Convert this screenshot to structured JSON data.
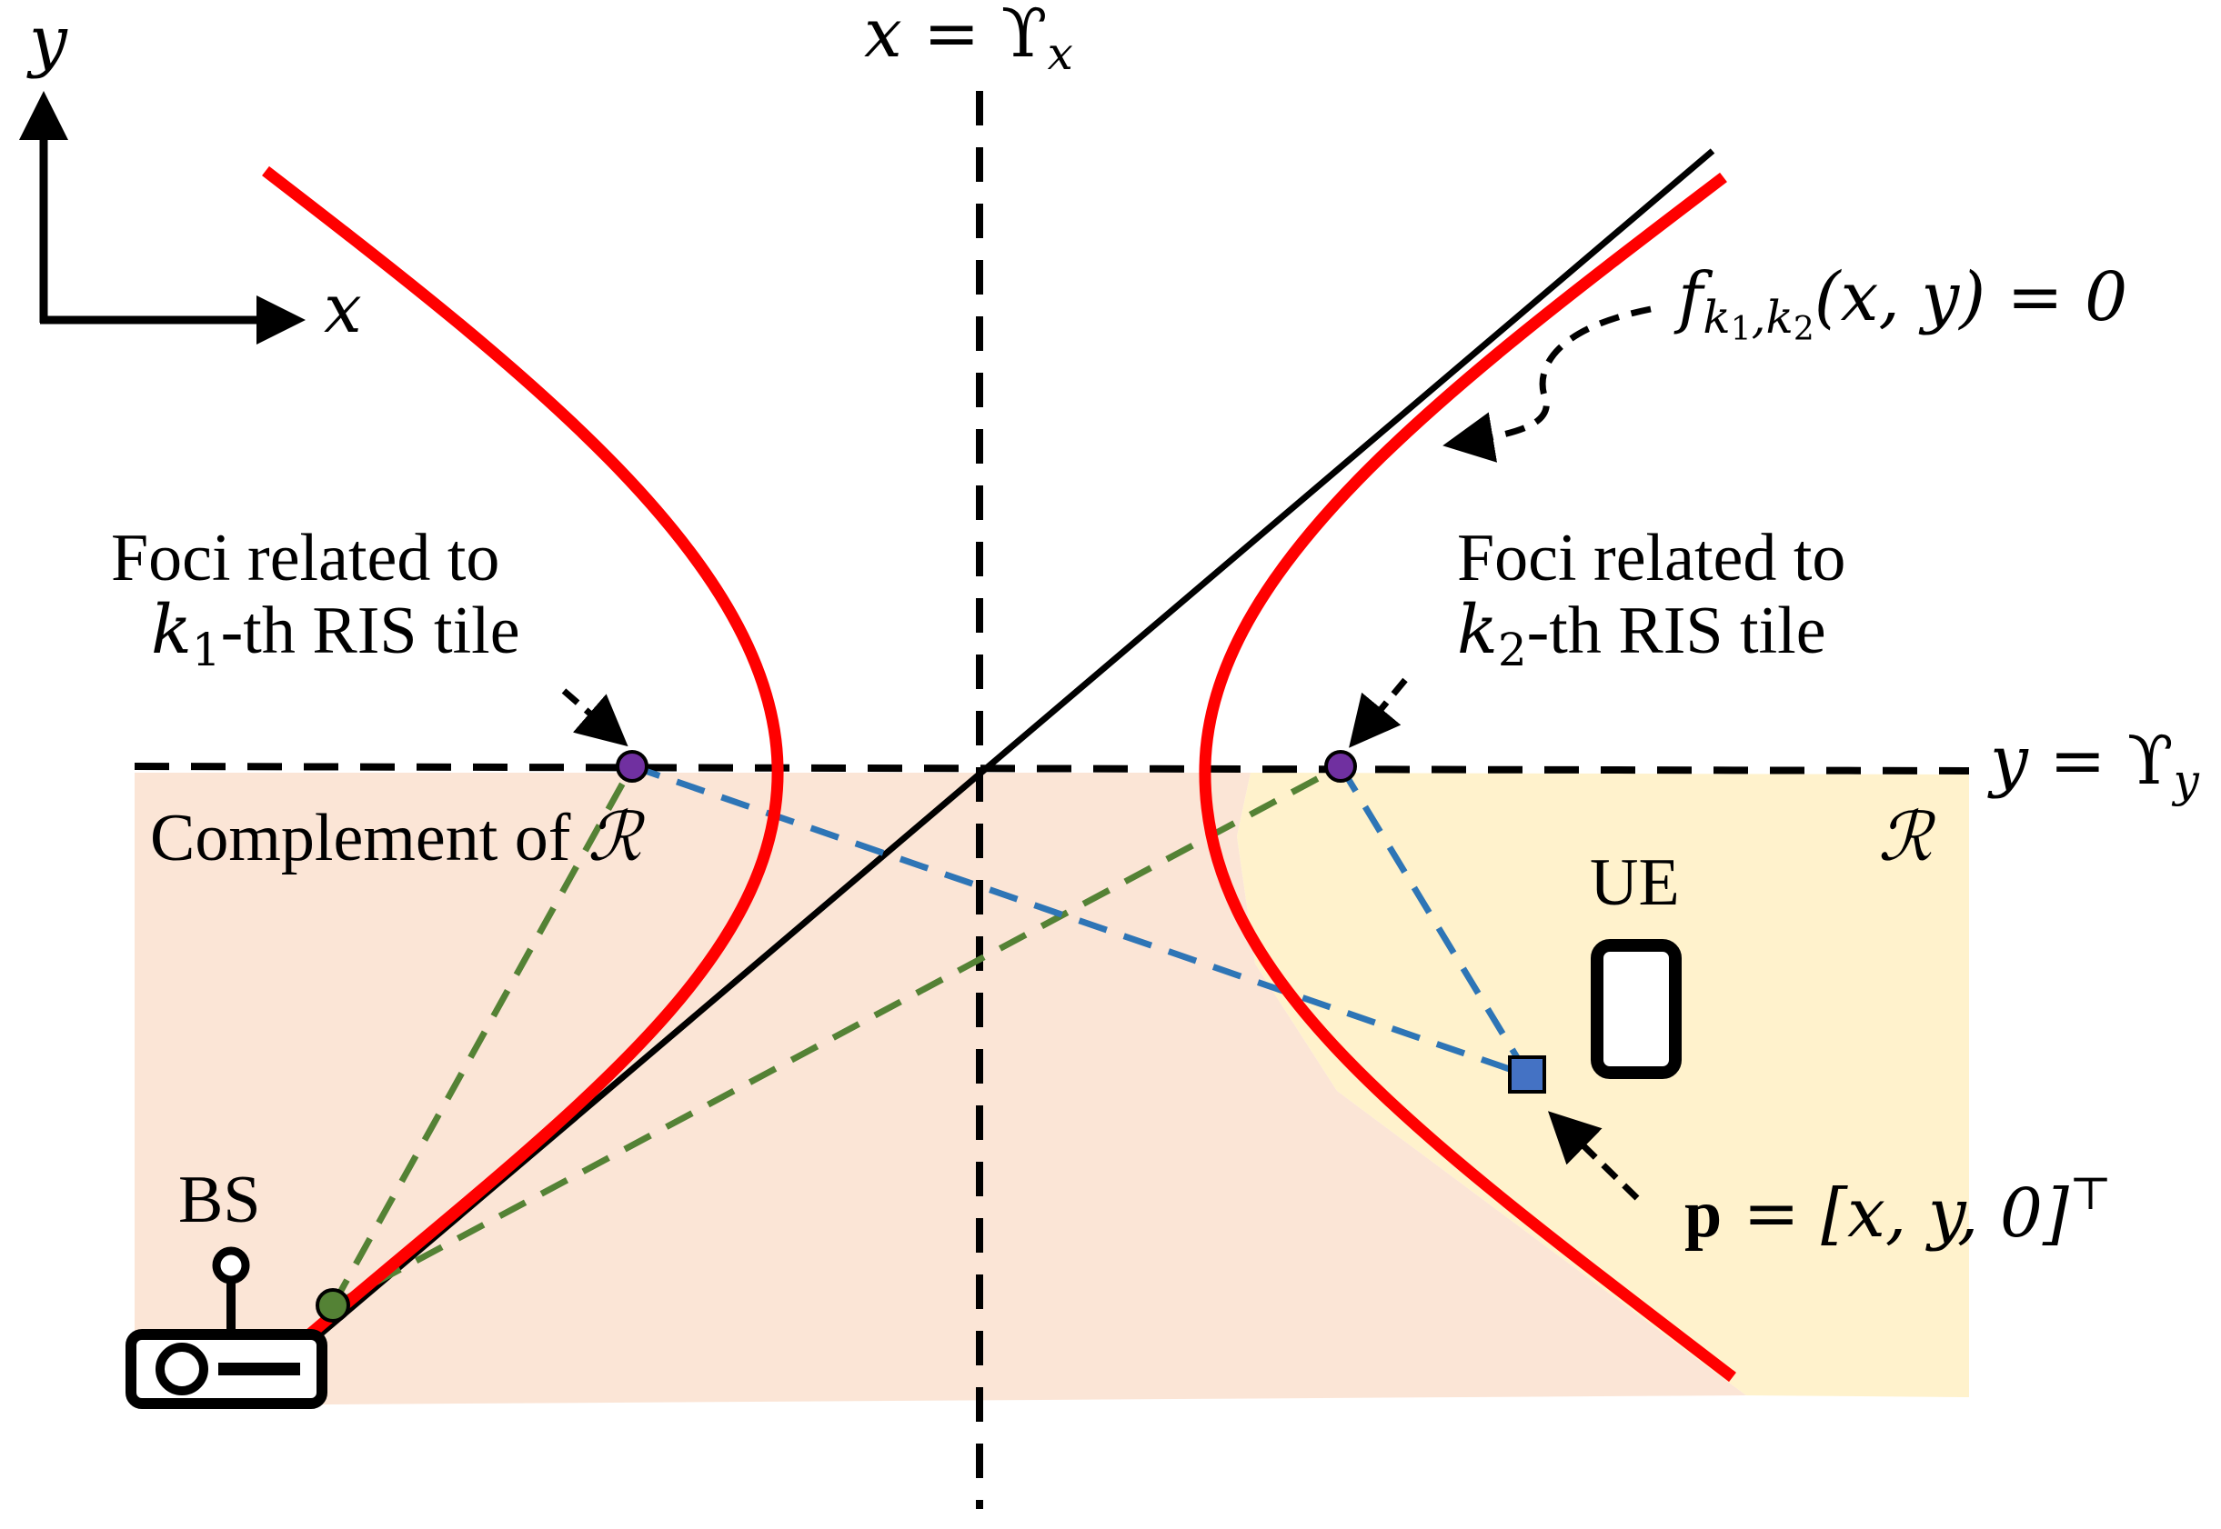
{
  "axes": {
    "x_label": "x",
    "y_label": "y"
  },
  "vertical_line": {
    "label_lhs": "x",
    "label_eq": " = ϒ",
    "label_sub": "x"
  },
  "horizontal_line": {
    "label_lhs": "y",
    "label_eq": " = ϒ",
    "label_sub": "y"
  },
  "hyperbola": {
    "label_f": "f",
    "label_sub_k1": "k",
    "label_sub_k1_idx": "1",
    "label_sub_comma": ",",
    "label_sub_k2": "k",
    "label_sub_k2_idx": "2",
    "label_args": "(x, y) = 0"
  },
  "foci_left": {
    "line1": "Foci related to",
    "line2_k": "k",
    "line2_idx": "1",
    "line2_rest": "-th RIS tile"
  },
  "foci_right": {
    "line1": "Foci related to",
    "line2_k": "k",
    "line2_idx": "2",
    "line2_rest": "-th RIS tile"
  },
  "regions": {
    "complement_text": "Complement of ",
    "complement_symbol": "ℛ",
    "region_symbol": "ℛ"
  },
  "ue": {
    "label": "UE"
  },
  "bs": {
    "label": "BS"
  },
  "point_p": {
    "bold_p": "p",
    "rest": " = [x, y, 0]",
    "sup": "⊤"
  },
  "colors": {
    "hyperbola": "#ff0000",
    "asymptote": "#000000",
    "green_path": "#548235",
    "blue_path": "#2e75b6",
    "focus_fill": "#7030a0",
    "ue_point_fill": "#4472c4",
    "bs_point_fill": "#548235",
    "complement_region": "#fbe5d6",
    "region_R": "#fff2cc"
  }
}
